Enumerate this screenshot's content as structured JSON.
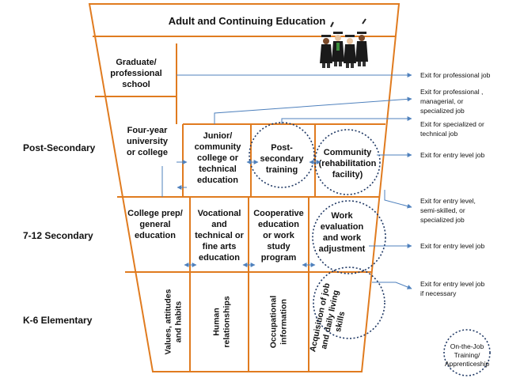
{
  "title": "Adult and Continuing Education",
  "levels": {
    "post_secondary": "Post-Secondary",
    "secondary": "7-12 Secondary",
    "elementary": "K-6 Elementary"
  },
  "boxes": {
    "graduate": [
      "Graduate/",
      "professional",
      "school"
    ],
    "four_year": [
      "Four-year",
      "university",
      "or college"
    ],
    "junior": [
      "Junior/",
      "community",
      "college or",
      "technical",
      "education"
    ],
    "post_secondary_training": [
      "Post-",
      "secondary",
      "training"
    ],
    "community_rehab": [
      "Community",
      "(rehabilitation",
      "facility)"
    ],
    "college_prep": [
      "College prep/",
      "general",
      "education"
    ],
    "vocational": [
      "Vocational",
      "and",
      "technical or",
      "fine arts",
      "education"
    ],
    "cooperative": [
      "Cooperative",
      "education",
      "or work",
      "study",
      "program"
    ],
    "work_eval": [
      "Work",
      "evaluation",
      "and work",
      "adjustment"
    ],
    "values": [
      "Values, attitudes",
      "and habits"
    ],
    "human": [
      "Human",
      "relationships"
    ],
    "occupational": [
      "Occupational",
      "information"
    ],
    "acquisition": [
      "Acquisition of job",
      "and daily living",
      "skills"
    ]
  },
  "exits": {
    "professional": [
      "Exit for professional job"
    ],
    "managerial": [
      "Exit for professional ,",
      "managerial, or",
      "specialized job"
    ],
    "specialized": [
      "Exit for specialized or",
      "technical job"
    ],
    "entry_post": [
      "Exit for entry level job"
    ],
    "entry_semi": [
      "Exit for entry level,",
      "semi-skilled, or",
      "specialized job"
    ],
    "entry_secondary": [
      "Exit for entry level job"
    ],
    "entry_necessary": [
      "Exit for entry level job",
      "if necessary"
    ]
  },
  "legend": [
    "On-the-Job",
    "Training/",
    "Apprenticeship"
  ],
  "colors": {
    "frame": "#e07b1f",
    "arrow": "#4f81bd",
    "dotted": "#1f3864",
    "text": "#111111"
  }
}
